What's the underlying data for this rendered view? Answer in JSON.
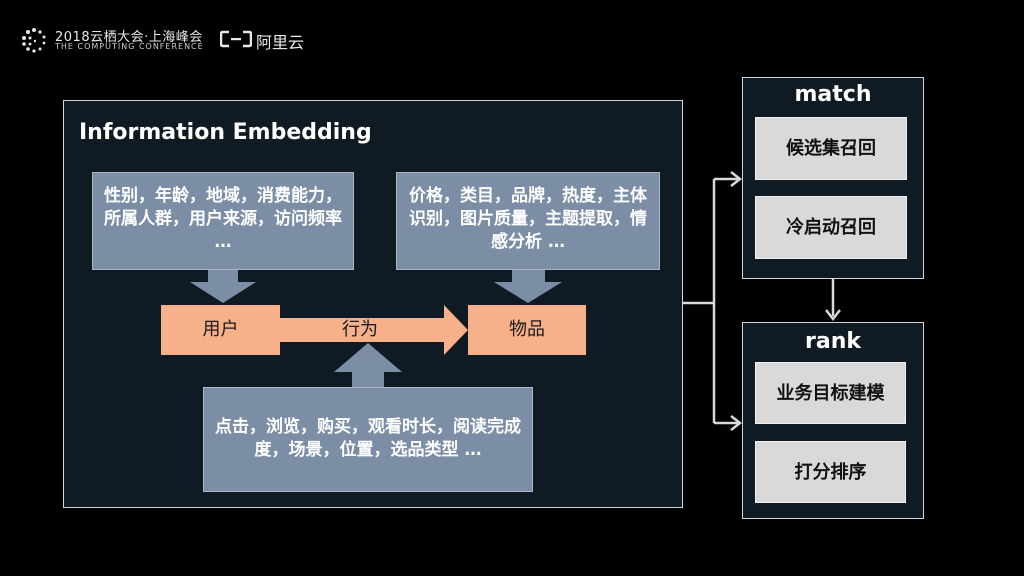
{
  "header": {
    "conference_title": "2018云栖大会·上海峰会",
    "conference_subtitle": "THE COMPUTING CONFERENCE",
    "brand_name": "阿里云"
  },
  "embedding": {
    "title": "Information Embedding",
    "user_attributes": "性别，年龄，地域，消费能力，所属人群，用户来源，访问频率 …",
    "item_attributes": "价格，类目，品牌，热度，主体识别，图片质量，主题提取，情感分析 …",
    "behavior_attributes": "点击，浏览，购买，观看时长，阅读完成度，场景，位置，选品类型 …",
    "user_node": "用户",
    "behavior_node": "行为",
    "item_node": "物品"
  },
  "match": {
    "title": "match",
    "items": [
      "候选集召回",
      "冷启动召回"
    ]
  },
  "rank": {
    "title": "rank",
    "items": [
      "业务目标建模",
      "打分排序"
    ]
  },
  "colors": {
    "attribute_box": "#7b8ea6",
    "node": "#f6b08a",
    "panel": "#101a22",
    "side_box": "#d9d9d9"
  }
}
